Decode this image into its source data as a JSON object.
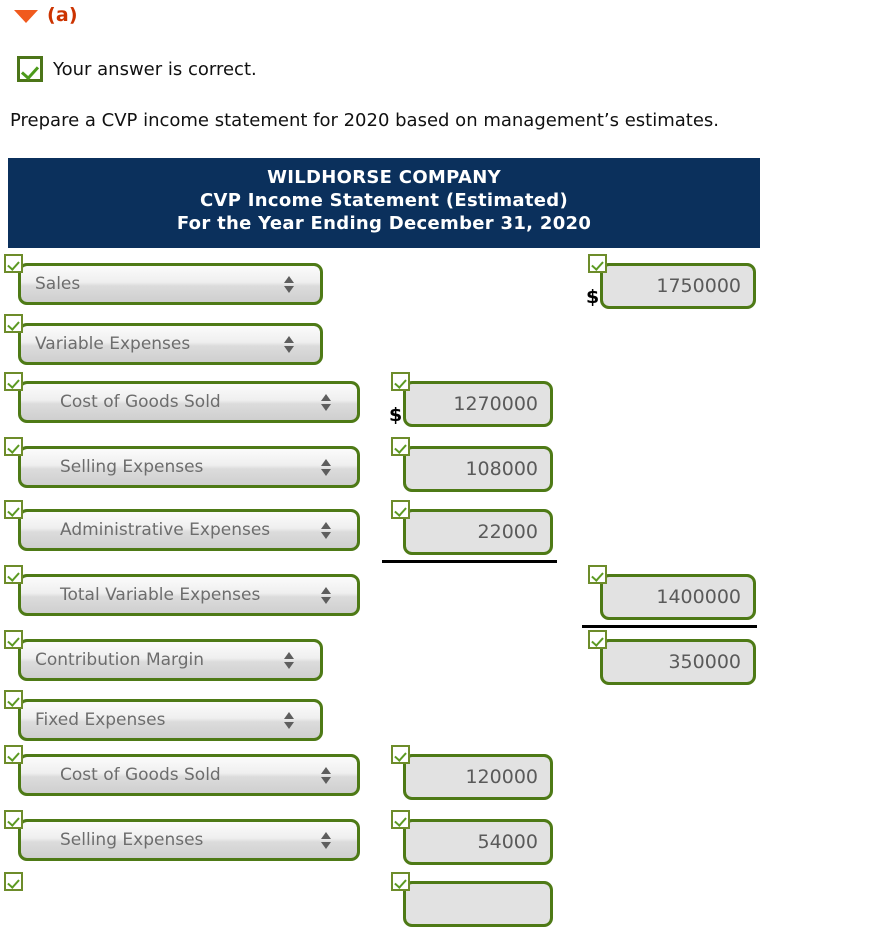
{
  "part": {
    "toggle_icon": "triangle-down-icon",
    "label": "(a)"
  },
  "feedback": {
    "icon": "check-icon",
    "text": "Your answer is correct."
  },
  "prompt": "Prepare a CVP income statement for 2020 based on management’s estimates.",
  "statement_header": {
    "company": "WILDHORSE COMPANY",
    "title": "CVP Income Statement (Estimated)",
    "period": "For the Year Ending December 31, 2020",
    "background_color": "#0b305c",
    "text_color": "#ffffff"
  },
  "colors": {
    "validated_border": "#4e7a16",
    "badge_border": "#6d8c2a",
    "check_green": "#5c9a22",
    "navy": "#0b305c",
    "accent_orange": "#f05a1e",
    "part_label": "#cc3300",
    "input_fill": "#e2e2e2",
    "select_text": "#6d6d6d"
  },
  "currency_symbol": "$",
  "rows": [
    {
      "name": "sales",
      "label": "Sales",
      "indent": 0,
      "status_icon": "check-icon",
      "value": "1750000",
      "value_column": "right",
      "value_status_icon": "check-icon",
      "dollar": true
    },
    {
      "name": "variable-expenses",
      "label": "Variable Expenses",
      "indent": 0,
      "status_icon": "check-icon",
      "value": null,
      "value_column": null
    },
    {
      "name": "variable-cost-of-goods-sold",
      "label": "Cost of Goods Sold",
      "indent": 1,
      "status_icon": "check-icon",
      "value": "1270000",
      "value_column": "middle",
      "value_status_icon": "check-icon",
      "dollar": true
    },
    {
      "name": "variable-selling-expenses",
      "label": "Selling Expenses",
      "indent": 1,
      "status_icon": "check-icon",
      "value": "108000",
      "value_column": "middle",
      "value_status_icon": "check-icon",
      "dollar": false
    },
    {
      "name": "variable-administrative-expenses",
      "label": "Administrative Expenses",
      "indent": 1,
      "status_icon": "check-icon",
      "value": "22000",
      "value_column": "middle",
      "value_status_icon": "check-icon",
      "dollar": false,
      "rule_below": "middle"
    },
    {
      "name": "total-variable-expenses",
      "label": "Total Variable Expenses",
      "indent": 1,
      "status_icon": "check-icon",
      "value": "1400000",
      "value_column": "right",
      "value_status_icon": "check-icon",
      "dollar": false,
      "rule_below": "right"
    },
    {
      "name": "contribution-margin",
      "label": "Contribution Margin",
      "indent": 0,
      "status_icon": "check-icon",
      "value": "350000",
      "value_column": "right",
      "value_status_icon": "check-icon",
      "dollar": false
    },
    {
      "name": "fixed-expenses",
      "label": "Fixed Expenses",
      "indent": 0,
      "status_icon": "check-icon",
      "value": null,
      "value_column": null
    },
    {
      "name": "fixed-cost-of-goods-sold",
      "label": "Cost of Goods Sold",
      "indent": 1,
      "status_icon": "check-icon",
      "value": "120000",
      "value_column": "middle",
      "value_status_icon": "check-icon",
      "dollar": false
    },
    {
      "name": "fixed-selling-expenses",
      "label": "Selling Expenses",
      "indent": 1,
      "status_icon": "check-icon",
      "value": "54000",
      "value_column": "middle",
      "value_status_icon": "check-icon",
      "dollar": false
    },
    {
      "name": "next-row-partial",
      "label": "",
      "indent": 1,
      "status_icon": "check-icon",
      "value": "",
      "value_column": "middle",
      "value_status_icon": "check-icon",
      "dollar": false,
      "partial": true
    }
  ]
}
